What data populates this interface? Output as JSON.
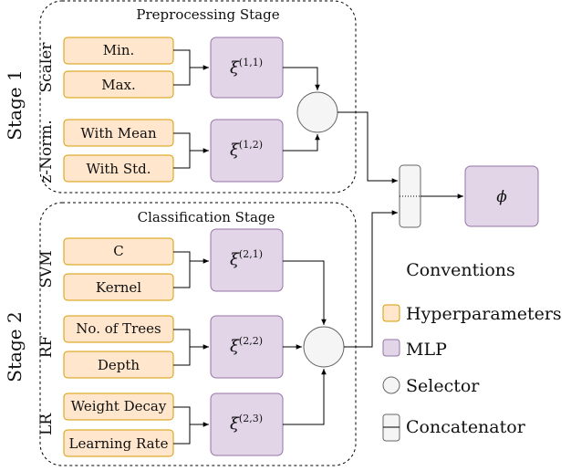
{
  "stage1": {
    "label": "Stage 1",
    "title": "Preprocessing Stage",
    "groups": [
      {
        "label": "Scaler",
        "params": [
          "Min.",
          "Max."
        ],
        "mlp": "ξ(1,1)"
      },
      {
        "label": "z-Norm.",
        "params": [
          "With Mean",
          "With Std."
        ],
        "mlp": "ξ(1,2)"
      }
    ]
  },
  "stage2": {
    "label": "Stage 2",
    "title": "Classification Stage",
    "groups": [
      {
        "label": "SVM",
        "params": [
          "C",
          "Kernel"
        ],
        "mlp": "ξ(2,1)"
      },
      {
        "label": "RF",
        "params": [
          "No. of Trees",
          "Depth"
        ],
        "mlp": "ξ(2,2)"
      },
      {
        "label": "LR",
        "params": [
          "Weight Decay",
          "Learning Rate"
        ],
        "mlp": "ξ(2,3)"
      }
    ]
  },
  "output": {
    "mlp": "ϕ"
  },
  "conventions": {
    "title": "Conventions",
    "items": [
      {
        "kind": "hyperparameter",
        "label": "Hyperparameters"
      },
      {
        "kind": "mlp",
        "label": "MLP"
      },
      {
        "kind": "selector",
        "label": "Selector"
      },
      {
        "kind": "concatenator",
        "label": "Concatenator"
      }
    ]
  },
  "colors": {
    "hyperparameter_fill": "#ffe6cc",
    "hyperparameter_stroke": "#d79b00",
    "mlp_fill": "#e1d5e7",
    "mlp_stroke": "#9673a6",
    "selector_fill": "#f5f5f5",
    "selector_stroke": "#666666"
  }
}
